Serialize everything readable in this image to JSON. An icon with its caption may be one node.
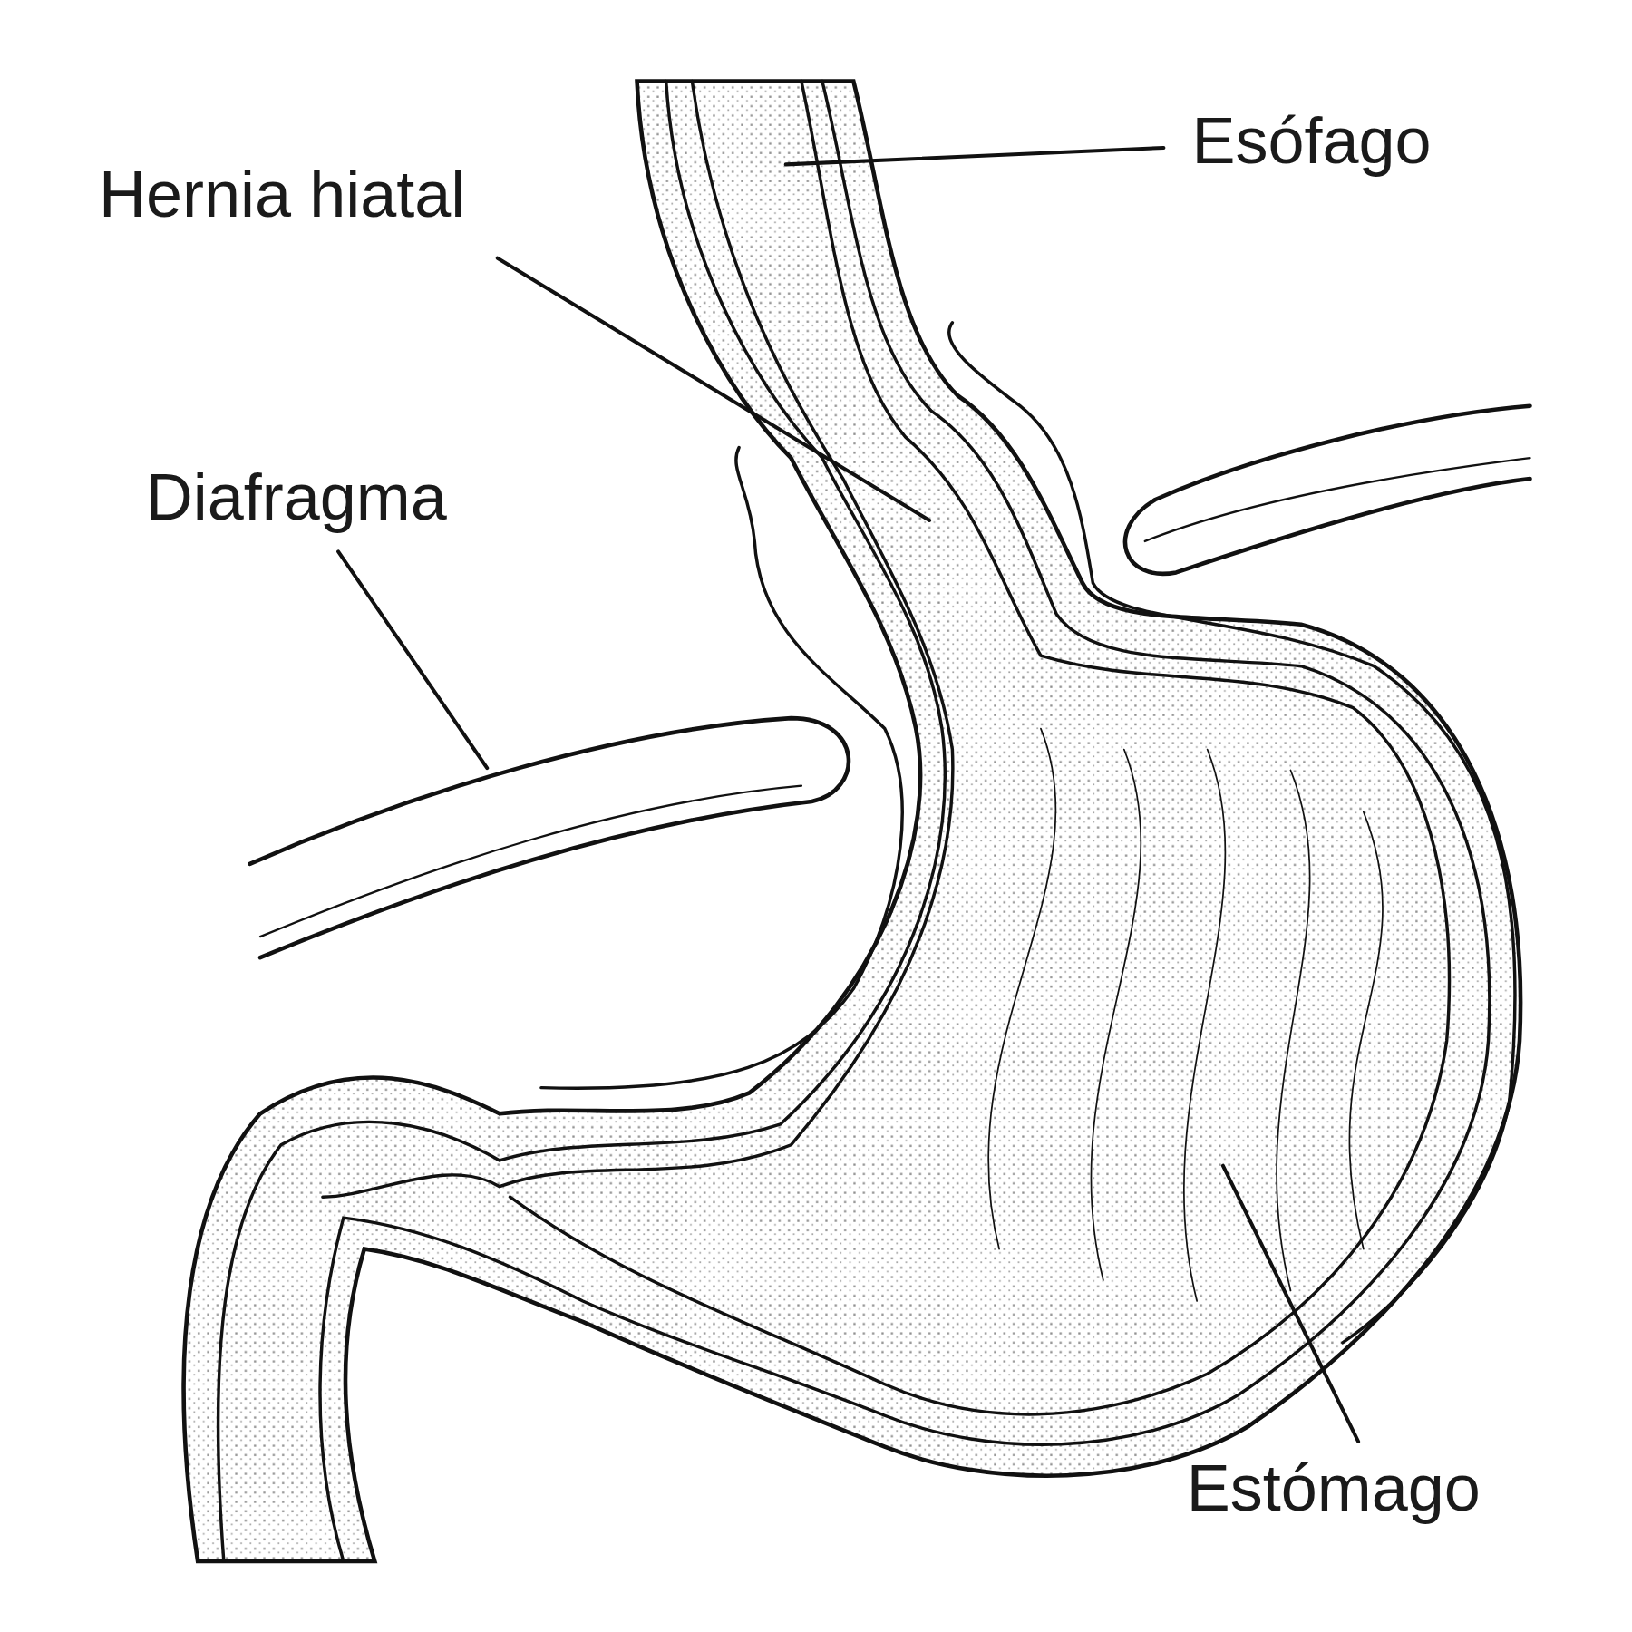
{
  "diagram": {
    "nodes": [
      {
        "text": [
          "Esófago"
        ]
      },
      {
        "text": [
          "Hernia hiatal"
        ]
      },
      {
        "text": [
          "Diafragma"
        ]
      },
      {
        "text": [
          "Estómago"
        ]
      }
    ],
    "edges": [
      {
        "from": 0,
        "to": null,
        "arrow": "none"
      },
      {
        "from": 1,
        "to": null,
        "arrow": "none"
      },
      {
        "from": 2,
        "to": null,
        "arrow": "none"
      },
      {
        "from": 3,
        "to": null,
        "arrow": "none"
      }
    ]
  }
}
